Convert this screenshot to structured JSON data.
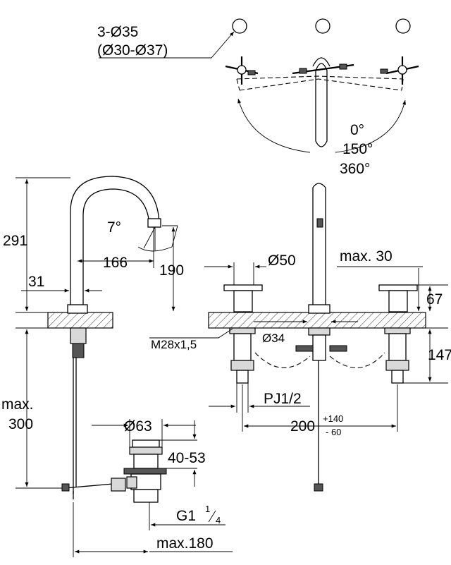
{
  "top_view": {
    "holes_label": "3-Ø35",
    "holes_range": "(Ø30-Ø37)",
    "angle_0": "0°",
    "angle_150": "150°",
    "angle_360": "360°"
  },
  "side_view": {
    "height_291": "291",
    "tilt_7": "7°",
    "reach_166": "166",
    "height_190": "190",
    "offset_31": "31",
    "max_label": "max.",
    "max_300": "300"
  },
  "front_view": {
    "dia_50": "Ø50",
    "max_30": "max. 30",
    "h_67": "67",
    "thread": "M28x1,5",
    "dia_34": "Ø34",
    "h_147": "147",
    "pj": "PJ1/2",
    "spacing_200": "200",
    "tol_plus": "+140",
    "tol_minus": "- 60"
  },
  "waste": {
    "dia_63": "Ø63",
    "h_40_53": "40-53",
    "g_thread": "G1",
    "g_sup": "1",
    "g_sub": "4",
    "max_180": "max.180"
  }
}
